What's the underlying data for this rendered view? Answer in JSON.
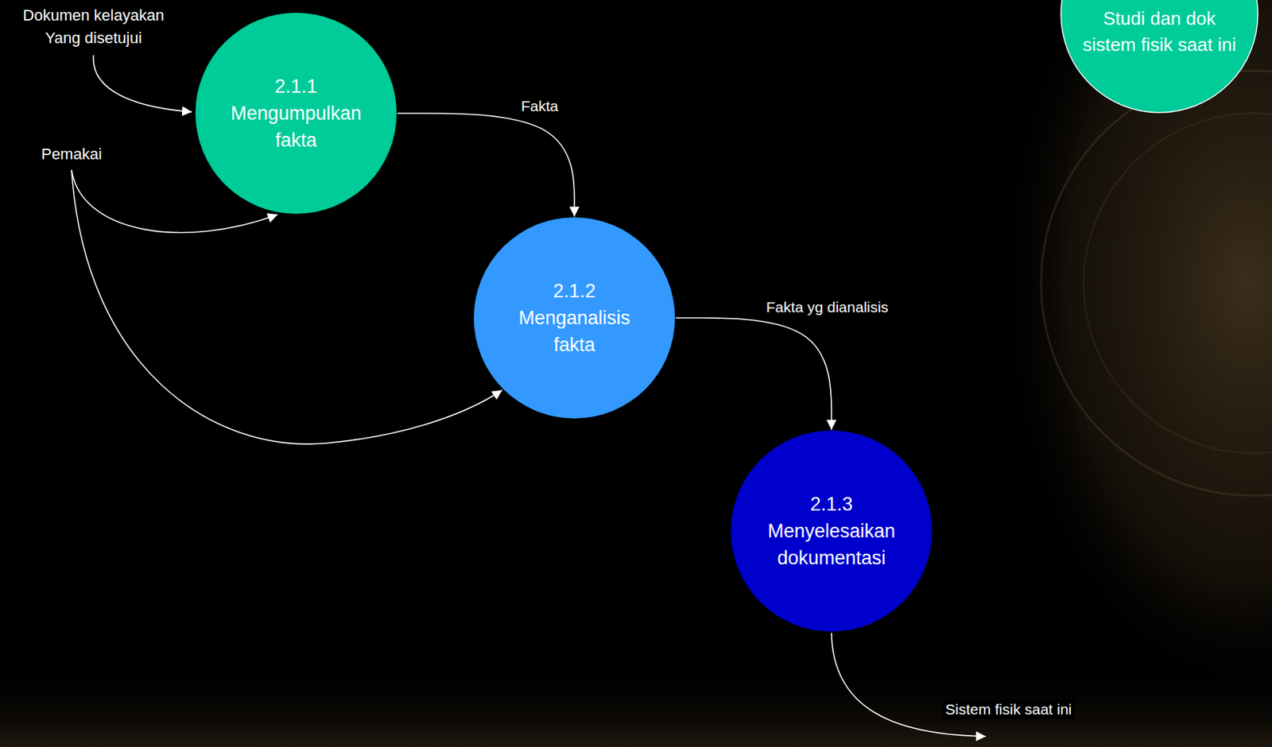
{
  "diagram": {
    "nodes": [
      {
        "text": [
          "Studi dan dok sistem fisik saat ini"
        ]
      },
      {
        "text": [
          "2.1.1",
          "Mengumpulkan fakta"
        ]
      },
      {
        "text": [
          "2.1.2",
          "Menganalisis fakta"
        ]
      },
      {
        "text": [
          "2.1.3",
          "Menyelesaikan dokumentasi"
        ]
      }
    ],
    "edges": [
      {
        "from": 1,
        "to": 2,
        "label": "Fakta",
        "arrow": "to"
      },
      {
        "from": 2,
        "to": 3,
        "label": "Fakta yg dianalisis",
        "arrow": "to"
      }
    ],
    "labels": [
      "Dokumen kelayakan Yang disetujui",
      "Pemakai",
      "Sistem fisik saat ini"
    ]
  }
}
